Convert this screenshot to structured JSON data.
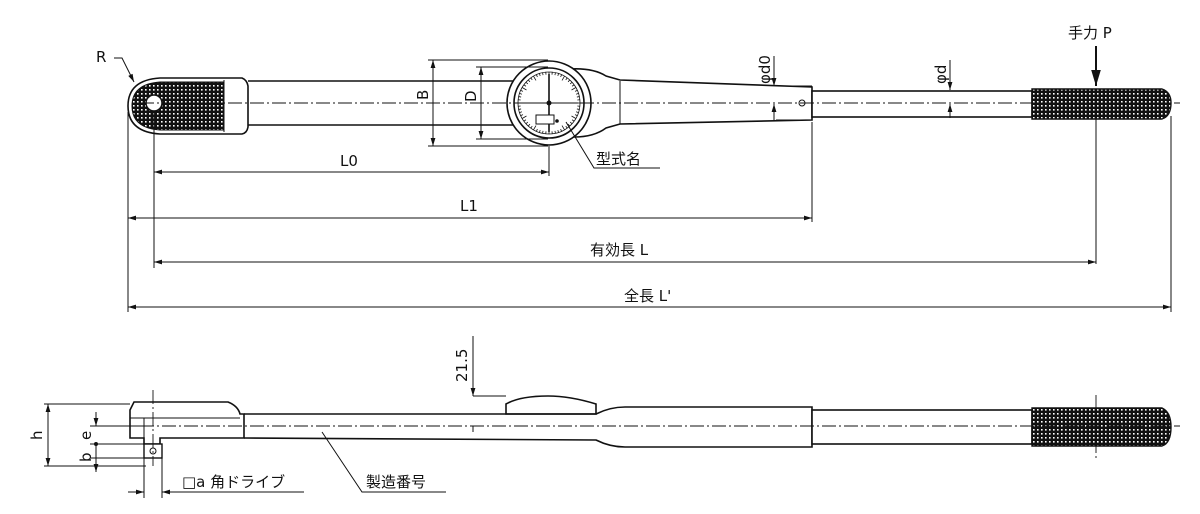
{
  "labels": {
    "r": "R",
    "force": "手力 P",
    "phi_d0": "φd0",
    "phi_d": "φd",
    "b": "B",
    "d": "D",
    "model": "型式名",
    "l0": "L0",
    "l1": "L1",
    "effective_length": "有効長 L",
    "overall_length": "全長 L'",
    "dim_21_5": "21.5",
    "h": "h",
    "e": "e",
    "b_lower": "b",
    "square_drive": "□a 角ドライブ",
    "serial": "製造番号"
  },
  "colors": {
    "line": "#111111",
    "knurl": "#111111",
    "background": "#ffffff"
  }
}
